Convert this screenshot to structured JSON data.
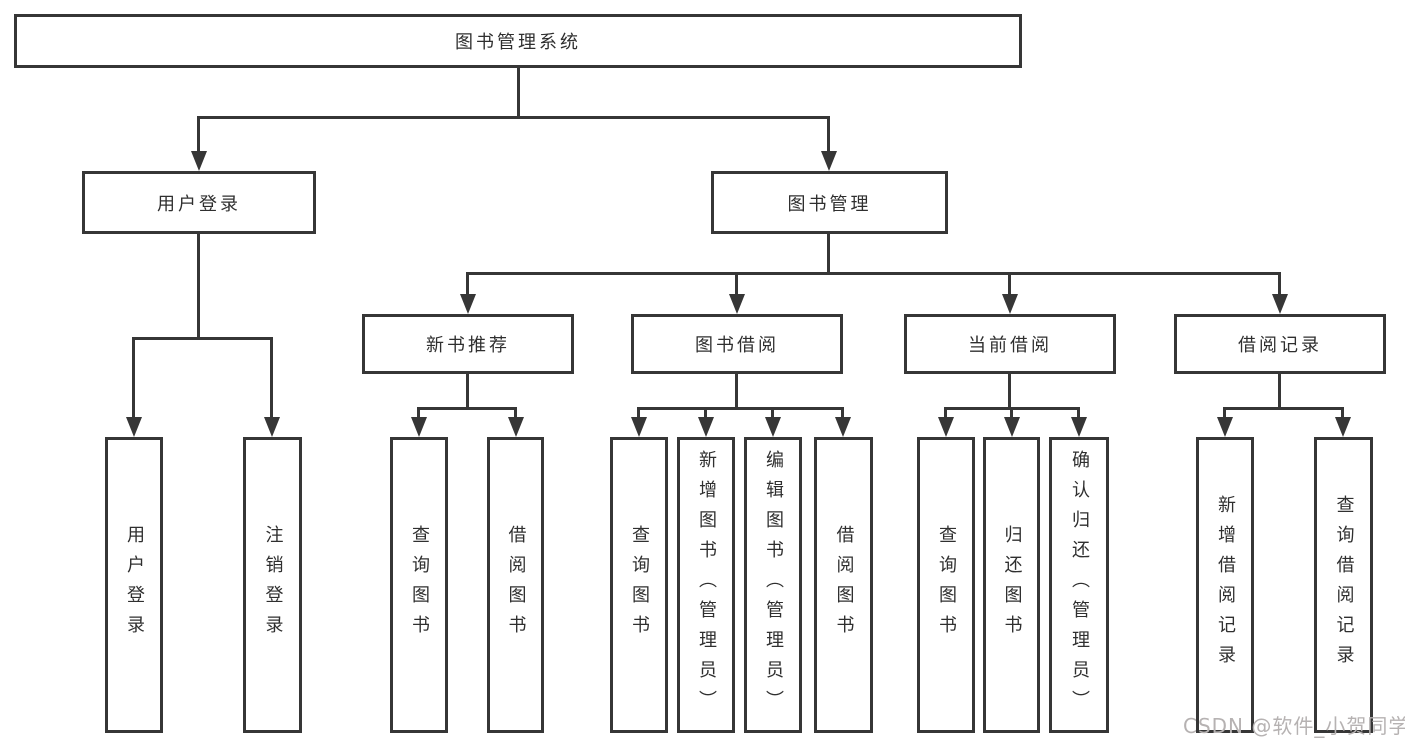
{
  "diagram": {
    "title": "图书管理系统",
    "branches": [
      {
        "label": "用户登录",
        "children": [
          {
            "label": "用户登录"
          },
          {
            "label": "注销登录"
          }
        ]
      },
      {
        "label": "图书管理",
        "children": [
          {
            "label": "新书推荐",
            "children": [
              {
                "label": "查询图书"
              },
              {
                "label": "借阅图书"
              }
            ]
          },
          {
            "label": "图书借阅",
            "children": [
              {
                "label": "查询图书"
              },
              {
                "label": "新增图书（管理员）"
              },
              {
                "label": "编辑图书（管理员）"
              },
              {
                "label": "借阅图书"
              }
            ]
          },
          {
            "label": "当前借阅",
            "children": [
              {
                "label": "查询图书"
              },
              {
                "label": "归还图书"
              },
              {
                "label": "确认归还（管理员）"
              }
            ]
          },
          {
            "label": "借阅记录",
            "children": [
              {
                "label": "新增借阅记录"
              },
              {
                "label": "查询借阅记录"
              }
            ]
          }
        ]
      }
    ]
  },
  "watermark": "CSDN @软件_小贺同学",
  "colors": {
    "line": "#363636",
    "text": "#2f2f2f",
    "box_bg": "#ffffff",
    "watermark": "#b6b2b2"
  }
}
